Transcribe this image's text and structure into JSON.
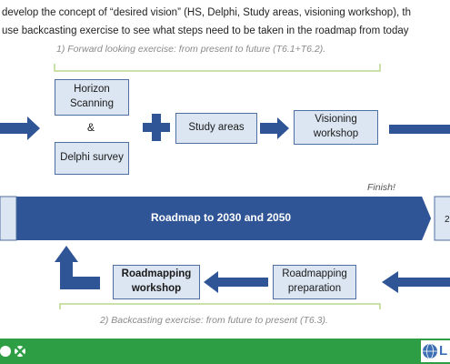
{
  "intro": {
    "line1": "develop the concept of “desired vision” (HS, Delphi, Study areas, visioning workshop), th",
    "line2": "use backcasting exercise to see what steps need to be taken in the roadmap from today"
  },
  "forward_caption": "1) Forward looking exercise: from present to future (T6.1+T6.2).",
  "backward_caption": "2) Backcasting exercise: from future to present (T6.3).",
  "boxes": {
    "horizon": "Horizon Scanning",
    "ampersand": "&",
    "delphi": "Delphi survey",
    "study": "Study areas",
    "visioning": "Visioning workshop",
    "roadmapping_workshop": "Roadmapping workshop",
    "roadmapping_prep": "Roadmapping preparation"
  },
  "finish_label": "Finish!",
  "banner": "Roadmap to 2030 and 2050",
  "right_partial": "2",
  "footer_logo": "L",
  "colors": {
    "dark_blue": "#2f5597",
    "box_fill": "#dce6f2",
    "box_border": "#4f6fa3",
    "bracket_green": "#b9d98a",
    "footer_green": "#2e9e44"
  }
}
